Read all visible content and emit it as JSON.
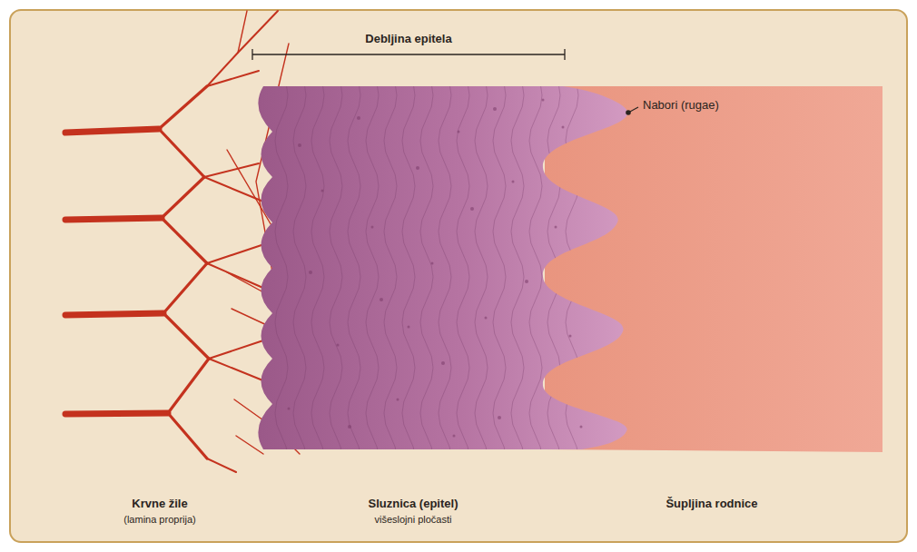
{
  "diagram": {
    "labels": [
      "Debljina epitela",
      "Nabori (rugae)",
      "Krvne žile",
      "(lamina proprija)",
      "Sluznica (epitel)",
      "višeslojni pločasti",
      "Šupljina rodnice"
    ]
  }
}
